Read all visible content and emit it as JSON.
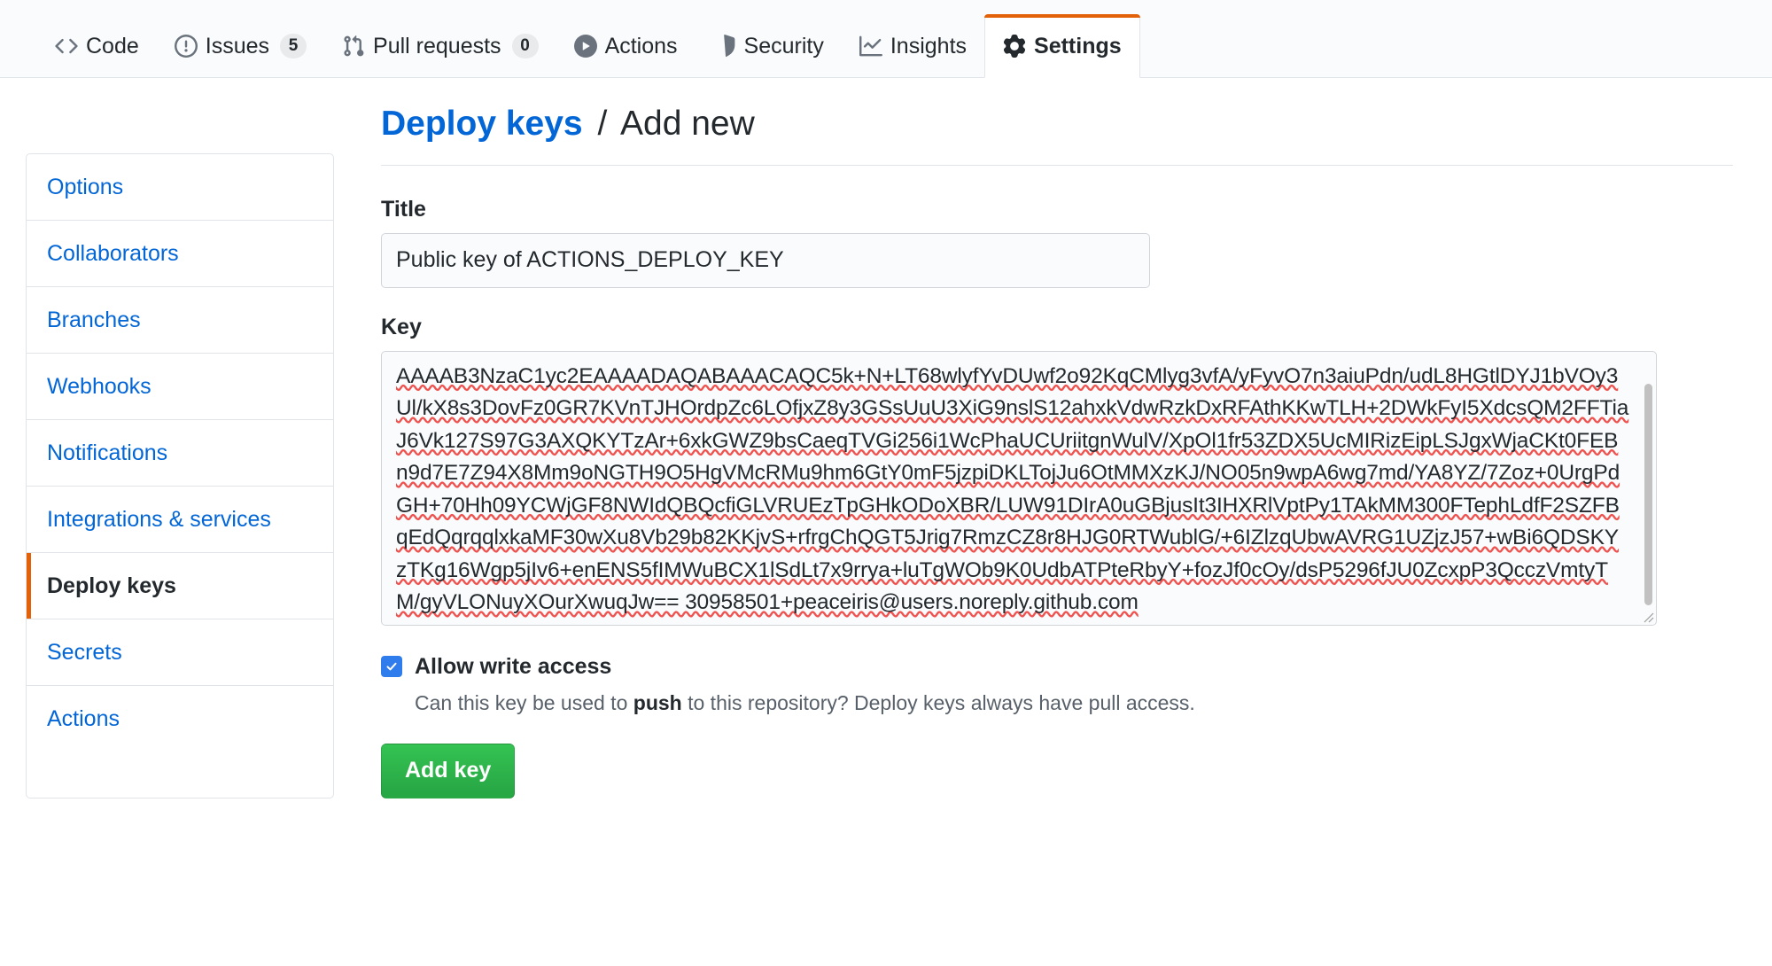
{
  "nav": {
    "items": [
      {
        "label": "Code",
        "icon": "code-icon",
        "count": null,
        "selected": false
      },
      {
        "label": "Issues",
        "icon": "issue-opened-icon",
        "count": "5",
        "selected": false
      },
      {
        "label": "Pull requests",
        "icon": "git-pull-request-icon",
        "count": "0",
        "selected": false
      },
      {
        "label": "Actions",
        "icon": "play-icon",
        "count": null,
        "selected": false
      },
      {
        "label": "Security",
        "icon": "shield-icon",
        "count": null,
        "selected": false
      },
      {
        "label": "Insights",
        "icon": "graph-icon",
        "count": null,
        "selected": false
      },
      {
        "label": "Settings",
        "icon": "gear-icon",
        "count": null,
        "selected": true
      }
    ]
  },
  "sidebar": {
    "items": [
      {
        "label": "Options",
        "active": false
      },
      {
        "label": "Collaborators",
        "active": false
      },
      {
        "label": "Branches",
        "active": false
      },
      {
        "label": "Webhooks",
        "active": false
      },
      {
        "label": "Notifications",
        "active": false
      },
      {
        "label": "Integrations & services",
        "active": false
      },
      {
        "label": "Deploy keys",
        "active": true
      },
      {
        "label": "Secrets",
        "active": false
      },
      {
        "label": "Actions",
        "active": false
      }
    ]
  },
  "main": {
    "breadcrumb_link": "Deploy keys",
    "breadcrumb_sep": "/",
    "breadcrumb_current": "Add new",
    "title_label": "Title",
    "title_value": "Public key of ACTIONS_DEPLOY_KEY",
    "title_placeholder": "",
    "key_label": "Key",
    "key_value": "AAAAB3NzaC1yc2EAAAADAQABAAACAQC5k+N+LT68wlyfYvDUwf2o92KqCMlyg3vfA/yFyvO7n3aiuPdn/udL8HGtlDYJ1bVOy3Ul/kX8s3DovFz0GR7KVnTJHOrdpZc6LOfjxZ8y3GSsUuU3XiG9nslS12ahxkVdwRzkDxRFAthKKwTLH+2DWkFyI5XdcsQM2FFTiaJ6Vk127S97G3AXQKYTzAr+6xkGWZ9bsCaeqTVGi256i1WcPhaUCUriitgnWulV/XpOl1fr53ZDX5UcMIRizEipLSJgxWjaCKt0FEBn9d7E7Z94X8Mm9oNGTH9O5HgVMcRMu9hm6GtY0mF5jzpiDKLTojJu6OtMMXzKJ/NO05n9wpA6wg7md/YA8YZ/7Zoz+0UrgPdGH+70Hh09YCWjGF8NWIdQBQcfiGLVRUEzTpGHkODoXBR/LUW91DIrA0uGBjusIt3IHXRlVptPy1TAkMM300FTephLdfF2SZFBqEdQqrqqlxkaMF30wXu8Vb29b82KKjvS+rfrgChQGT5Jrig7RmzCZ8r8HJG0RTWublG/+6IZlzqUbwAVRG1UZjzJ57+wBi6QDSKYzTKg16Wgp5jIv6+enENS5fIMWuBCX1lSdLt7x9rrya+luTgWOb9K0UdbATPteRbyY+fozJf0cOy/dsP5296fJU0ZcxpP3QcczVmtyTM/gyVLONuyXOurXwuqJw== 30958501+peaceiris@users.noreply.github.com",
    "allow_write_label": "Allow write access",
    "allow_write_checked": true,
    "help_prefix": "Can this key be used to ",
    "help_bold": "push",
    "help_suffix": " to this repository? Deploy keys always have pull access.",
    "submit_label": "Add key"
  },
  "colors": {
    "accent_orange": "#e36209",
    "link_blue": "#0366d6",
    "button_green": "#28a745",
    "checkbox_blue": "#2f7ced",
    "spellcheck_red": "#ef5350"
  }
}
